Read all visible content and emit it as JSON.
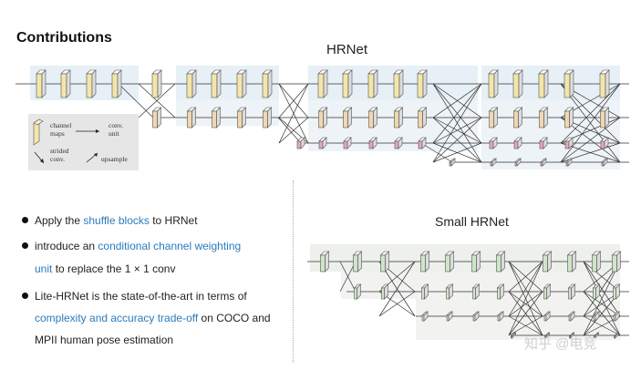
{
  "heading": "Contributions",
  "hrnet_title": "HRNet",
  "small_title": "Small HRNet",
  "legend": {
    "channel_maps": [
      "channel",
      "maps"
    ],
    "conv_unit": [
      "conv.",
      "unit"
    ],
    "strided_conv": [
      "strided",
      "conv."
    ],
    "upsample": "upsample"
  },
  "bullets": [
    {
      "parts": [
        {
          "t": "Apply the ",
          "b": false
        },
        {
          "t": "shuffle blocks",
          "b": true
        },
        {
          "t": " to HRNet",
          "b": false
        }
      ]
    },
    {
      "l1": [
        {
          "t": "introduce an  ",
          "b": false
        },
        {
          "t": "conditional channel  weighting",
          "b": true
        }
      ],
      "l2": [
        {
          "t": "unit",
          "b": true
        },
        {
          "t": "  to replace the 1 × 1  conv",
          "b": false
        }
      ]
    },
    {
      "l1": [
        {
          "t": "Lite-HRNet is the state-of-the-art in terms of",
          "b": false
        }
      ],
      "l2": [
        {
          "t": "complexity and accuracy trade-off",
          "b": true
        },
        {
          "t": " on COCO and",
          "b": false
        }
      ],
      "l3": [
        {
          "t": "MPII human pose estimation",
          "b": false
        }
      ]
    }
  ],
  "watermark": "知乎 @电竞",
  "colors": {
    "accent_text": "#2a7bbd",
    "yellow_block": "#f3e6a9",
    "orange_block": "#f1d7b0",
    "pink_block": "#e9a6bd",
    "green_block": "#cfe5c8"
  }
}
